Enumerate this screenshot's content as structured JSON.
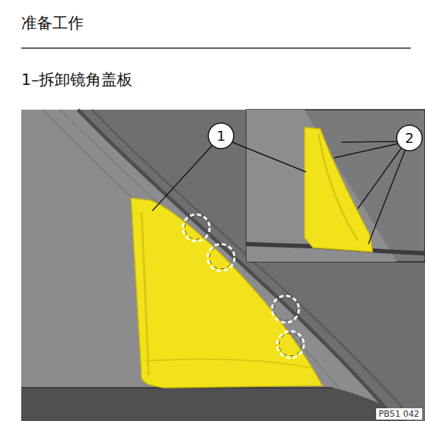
{
  "diagram": {
    "title": "准备工作",
    "labels": [
      "1–拆卸镜角盖板",
      "1",
      "2",
      "PB51 042"
    ]
  }
}
